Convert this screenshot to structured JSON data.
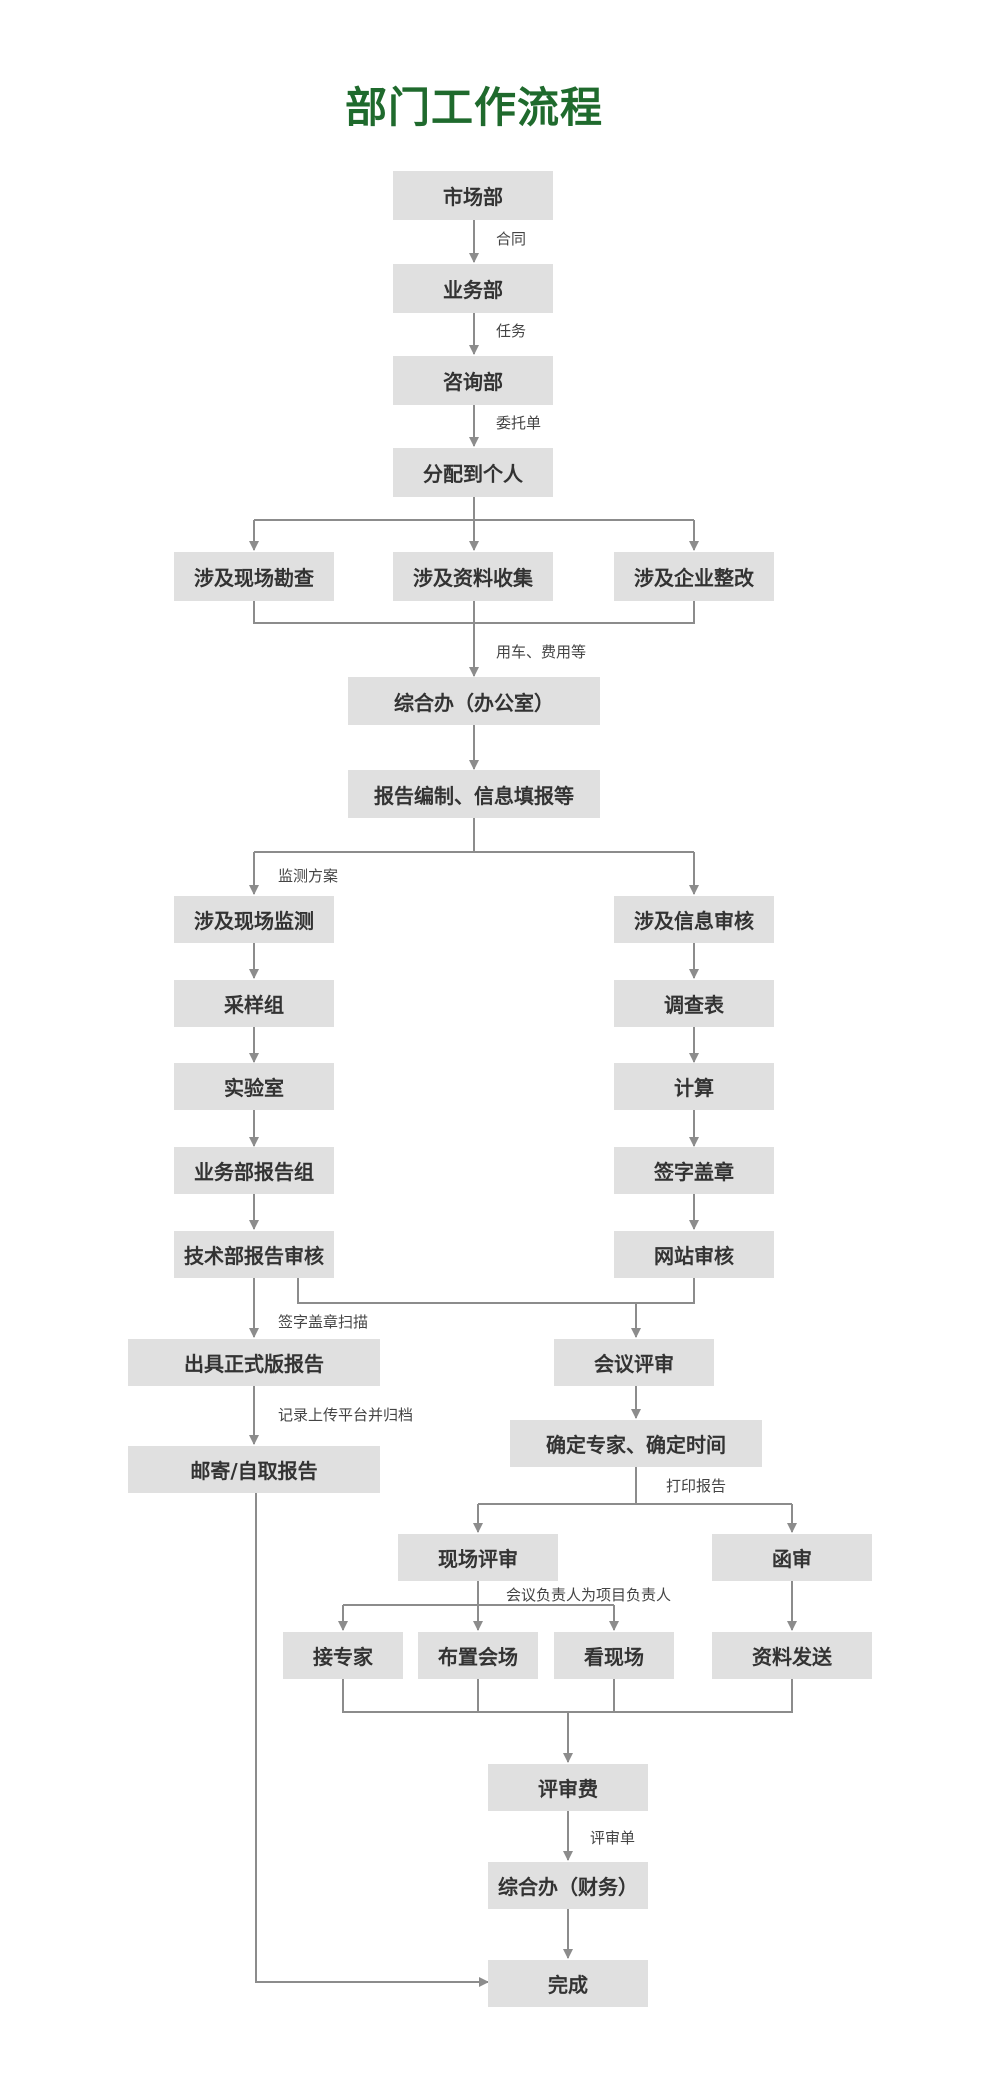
{
  "title": "部门工作流程",
  "nodes": {
    "market": "市场部",
    "business": "业务部",
    "consult": "咨询部",
    "assign": "分配到个人",
    "site_survey": "涉及现场勘查",
    "data_collect": "涉及资料收集",
    "rectify": "涉及企业整改",
    "general_office": "综合办（办公室）",
    "report_edit": "报告编制、信息填报等",
    "site_monitor": "涉及现场监测",
    "info_review": "涉及信息审核",
    "sampling": "采样组",
    "survey_form": "调查表",
    "lab": "实验室",
    "calc": "计算",
    "report_group": "业务部报告组",
    "sign_seal": "签字盖章",
    "tech_review": "技术部报告审核",
    "web_review": "网站审核",
    "issue_report": "出具正式版报告",
    "meeting_review": "会议评审",
    "mail_report": "邮寄/自取报告",
    "confirm_experts": "确定专家、确定时间",
    "onsite_review": "现场评审",
    "letter_review": "函审",
    "pickup_experts": "接专家",
    "arrange_venue": "布置会场",
    "view_site": "看现场",
    "send_materials": "资料发送",
    "review_fee": "评审费",
    "finance": "综合办（财务）",
    "done": "完成"
  },
  "labels": {
    "contract": "合同",
    "task": "任务",
    "commission": "委托单",
    "vehicle_fee": "用车、费用等",
    "monitor_plan": "监测方案",
    "sign_scan": "签字盖章扫描",
    "record_upload": "记录上传平台并归档",
    "print_report": "打印报告",
    "meeting_lead": "会议负责人为项目负责人",
    "review_sheet": "评审单"
  },
  "colors": {
    "title": "#1f6a2d",
    "node_fill": "#e0e0e0",
    "node_text": "#333333",
    "edge": "#8c8c8c"
  }
}
